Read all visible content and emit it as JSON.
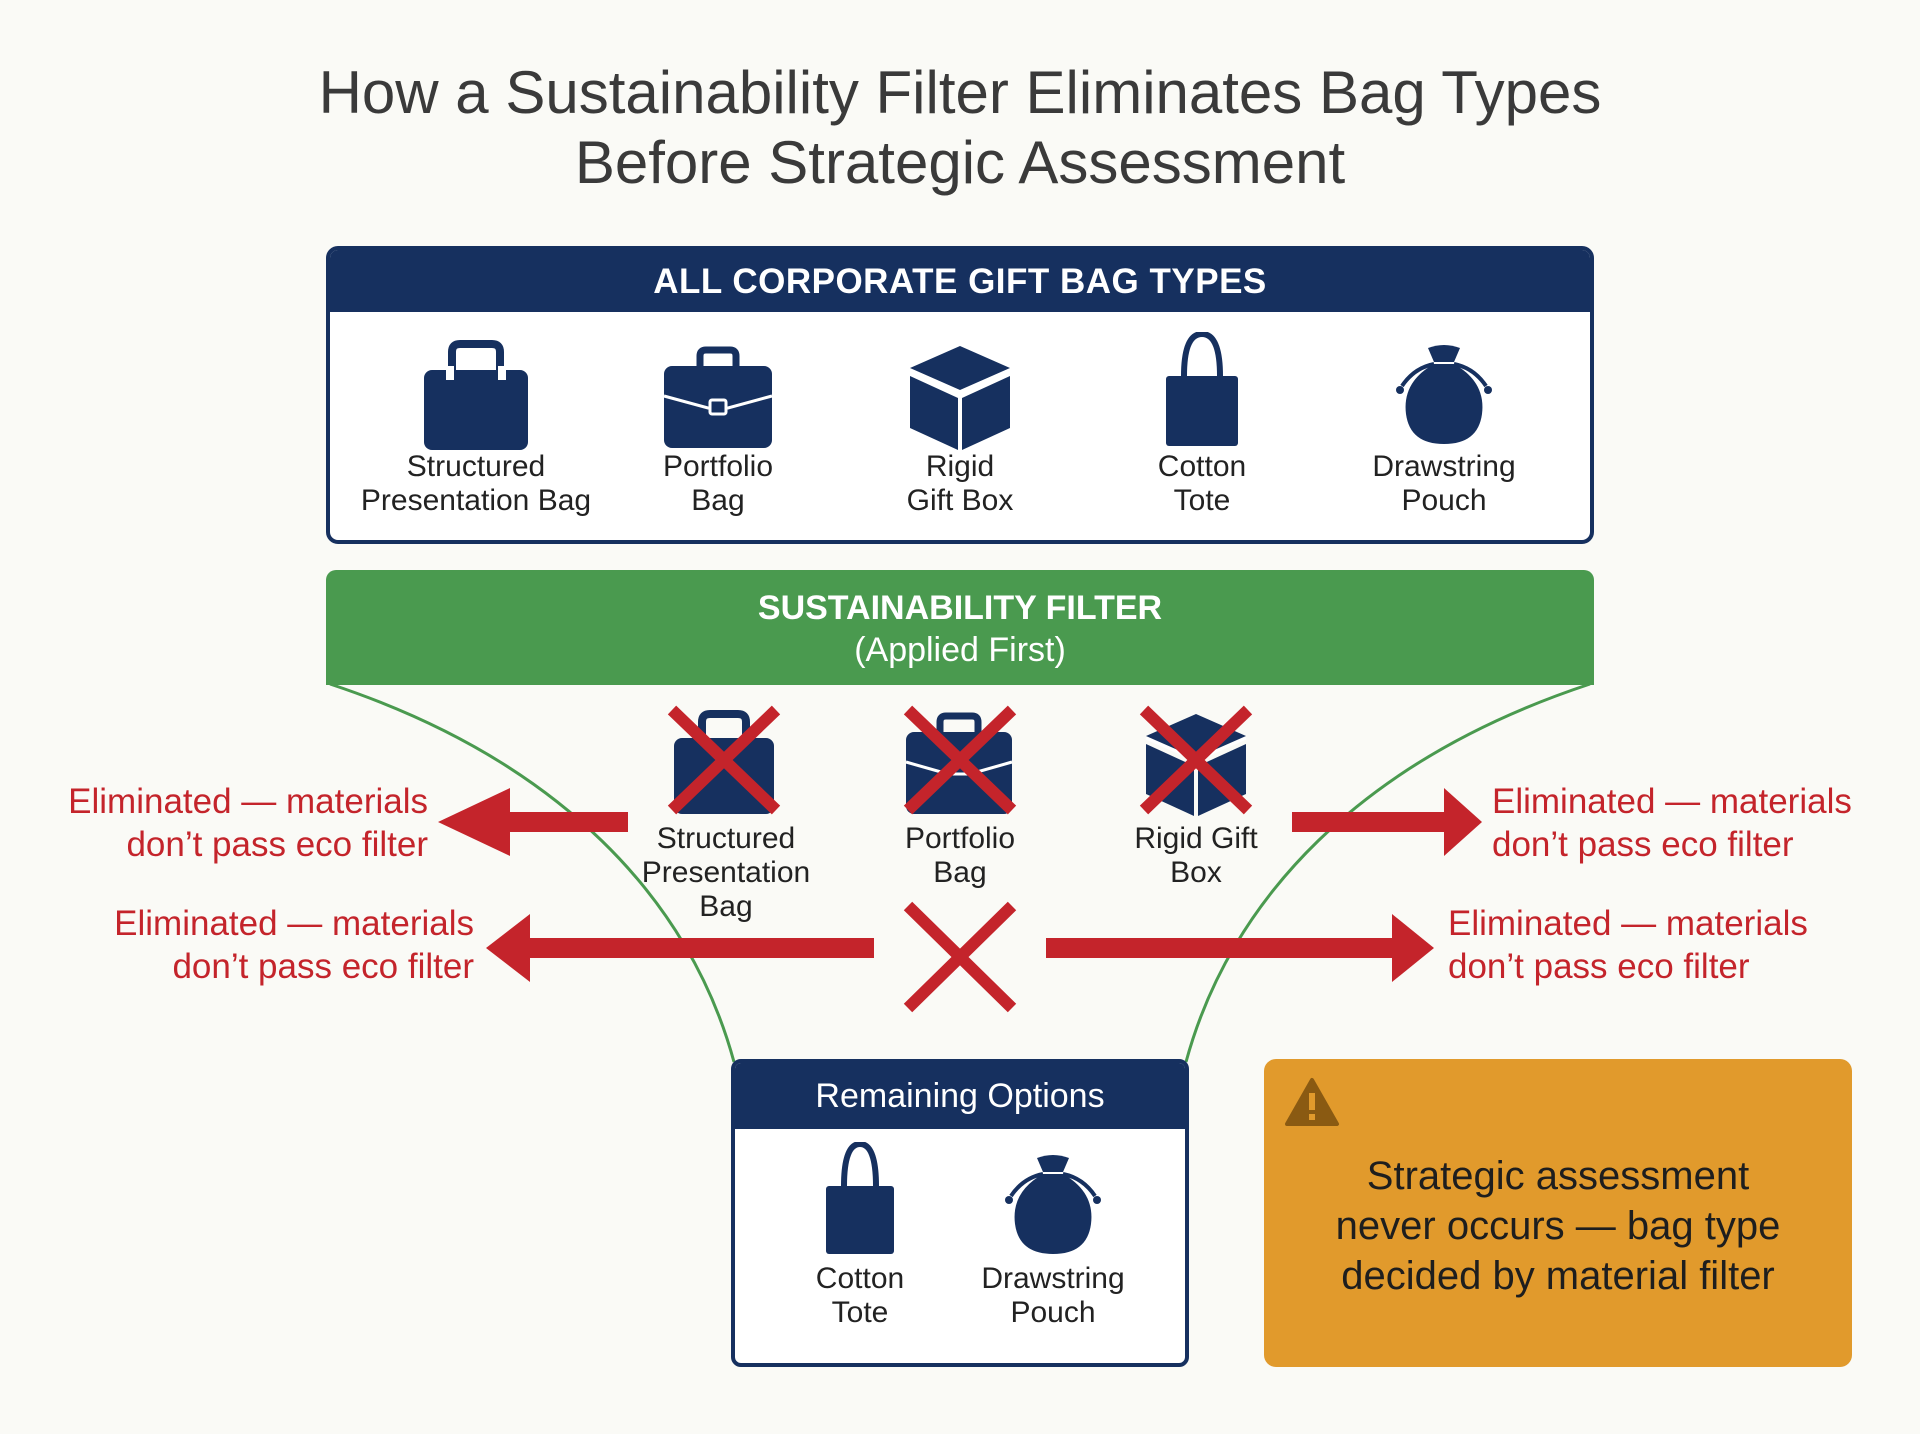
{
  "title": {
    "line1": "How a Sustainability Filter Eliminates Bag Types",
    "line2": "Before Strategic Assessment"
  },
  "all_types": {
    "header": "ALL CORPORATE GIFT BAG TYPES",
    "items": [
      {
        "label": "Structured\nPresentation Bag",
        "icon": "structured-bag-icon"
      },
      {
        "label": "Portfolio\nBag",
        "icon": "briefcase-icon"
      },
      {
        "label": "Rigid\nGift Box",
        "icon": "gift-box-icon"
      },
      {
        "label": "Cotton\nTote",
        "icon": "tote-bag-icon"
      },
      {
        "label": "Drawstring\nPouch",
        "icon": "drawstring-pouch-icon"
      }
    ]
  },
  "filter": {
    "title": "SUSTAINABILITY FILTER",
    "subtitle": "(Applied First)"
  },
  "eliminated": {
    "items": [
      {
        "label": "Structured\nPresentation\nBag"
      },
      {
        "label": "Portfolio\nBag"
      },
      {
        "label": "Rigid Gift\nBox"
      }
    ],
    "callouts": [
      {
        "line1": "Eliminated — materials",
        "line2": "don’t pass eco filter"
      },
      {
        "line1": "Eliminated — materials",
        "line2": "don’t pass eco filter"
      },
      {
        "line1": "Eliminated — materials",
        "line2": "don’t pass eco filter"
      },
      {
        "line1": "Eliminated — materials",
        "line2": "don’t pass eco filter"
      }
    ]
  },
  "remaining": {
    "header": "Remaining Options",
    "items": [
      {
        "label": "Cotton\nTote"
      },
      {
        "label": "Drawstring\nPouch"
      }
    ]
  },
  "note": {
    "icon": "warning-icon",
    "text": "Strategic assessment\nnever occurs — bag type\ndecided by material filter"
  },
  "colors": {
    "navy": "#16305f",
    "green": "#4a9a4f",
    "red": "#c4242b",
    "amber": "#e19a2c"
  }
}
